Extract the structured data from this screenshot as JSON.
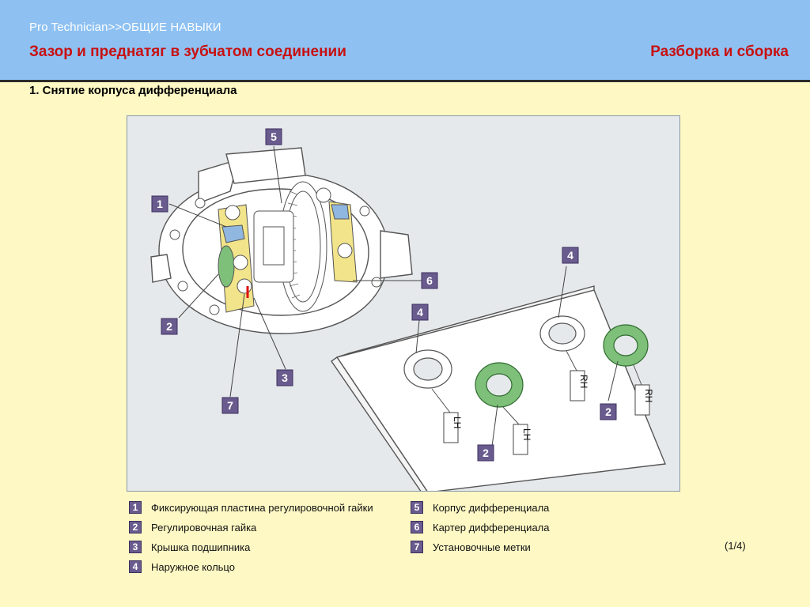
{
  "header": {
    "breadcrumb": "Pro Technician>>ОБЩИЕ НАВЫКИ",
    "title": "Зазор и преднатяг в зубчатом соединении",
    "section": "Разборка и сборка"
  },
  "step": {
    "title": "1. Снятие корпуса дифференциала"
  },
  "figure": {
    "callouts": [
      "5",
      "1",
      "6",
      "4",
      "4",
      "2",
      "3",
      "7",
      "2",
      "2"
    ],
    "tags": [
      "LH",
      "LH",
      "RH",
      "RH"
    ]
  },
  "legend": [
    {
      "num": "1",
      "text": "Фиксирующая пластина регулировочной гайки"
    },
    {
      "num": "2",
      "text": "Регулировочная гайка"
    },
    {
      "num": "3",
      "text": "Крышка подшипника"
    },
    {
      "num": "4",
      "text": "Наружное кольцо"
    },
    {
      "num": "5",
      "text": "Корпус дифференциала"
    },
    {
      "num": "6",
      "text": "Картер дифференциала"
    },
    {
      "num": "7",
      "text": "Установочные метки"
    }
  ],
  "page": {
    "indicator": "(1/4)"
  },
  "colors": {
    "header_bg": "#8ec1f2",
    "title_red": "#c81010",
    "page_bg": "#fdf8c4",
    "callout_bg": "#6a5b8e",
    "bearing_green": "#7ec07a",
    "cap_yellow": "#f2e48a",
    "plate_blue": "#8fb7e0"
  }
}
